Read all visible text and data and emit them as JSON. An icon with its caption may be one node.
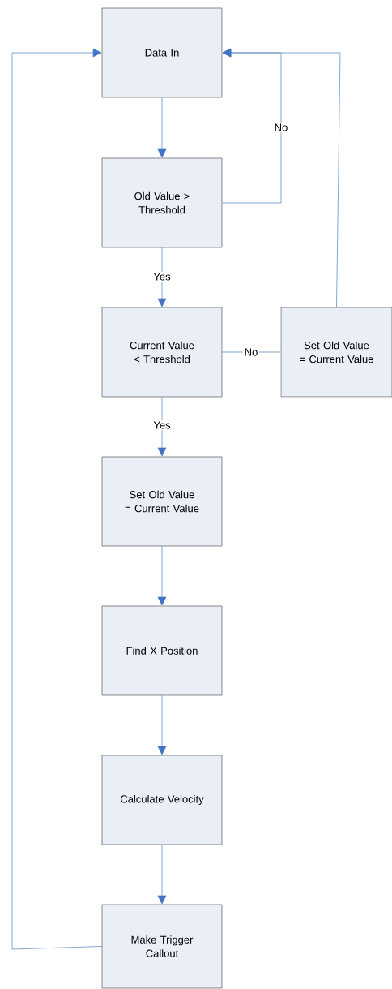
{
  "diagram": {
    "nodes": [
      {
        "text": [
          "Data In"
        ]
      },
      {
        "text": [
          "Old Value > Threshold"
        ]
      },
      {
        "text": [
          "Current Value < Threshold"
        ]
      },
      {
        "text": [
          "Set Old Value = Current Value"
        ]
      },
      {
        "text": [
          "Set Old Value = Current Value"
        ]
      },
      {
        "text": [
          "Find X Position"
        ]
      },
      {
        "text": [
          "Calculate Velocity"
        ]
      },
      {
        "text": [
          "Make Trigger Callout"
        ]
      }
    ],
    "edges": [
      {
        "from": 0,
        "to": 1,
        "arrow": "to"
      },
      {
        "from": 1,
        "to": 0,
        "arrow": "to",
        "label": "No"
      },
      {
        "from": 1,
        "to": 2,
        "arrow": "to",
        "label": "Yes"
      },
      {
        "from": 2,
        "to": 3,
        "arrow": "none",
        "label": "No"
      },
      {
        "from": 3,
        "to": 0,
        "arrow": "to"
      },
      {
        "from": 2,
        "to": 4,
        "arrow": "to",
        "label": "Yes"
      },
      {
        "from": 4,
        "to": 5,
        "arrow": "to"
      },
      {
        "from": 5,
        "to": 6,
        "arrow": "to"
      },
      {
        "from": 6,
        "to": 7,
        "arrow": "to"
      },
      {
        "from": 7,
        "to": 0,
        "arrow": "to"
      }
    ]
  }
}
